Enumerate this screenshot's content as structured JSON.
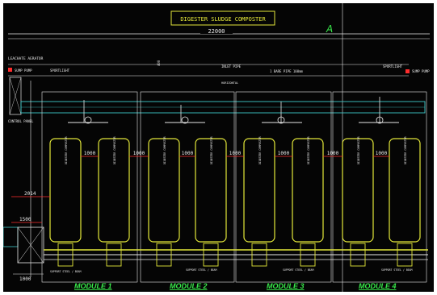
{
  "drawing": {
    "title": "DIGESTER SLUDGE COMPOSTER",
    "overall_dimension": "22000",
    "grid_marker": "A",
    "tags": {
      "left_tag": "LEACHATE AERATOR",
      "sump_left": "SUMP PUMP",
      "sportlight": "SPORTLIGHT",
      "inlet": "INLET PIPE",
      "pipe_note": "1 BARE PIPE 100mm",
      "sump_right": "SUMP PUMP",
      "rect_note": "HORIZONTAL",
      "control_panel": "CONTROL PANEL",
      "dim_400": "400"
    },
    "dimensions": {
      "spacing": "1000",
      "height": "2014",
      "side": "1500",
      "base": "1000"
    },
    "vessel_label": "DIGESTER COMPOSTER",
    "support_label": "SUPPORT STEEL / BEAM",
    "modules": [
      {
        "label": "MODULE 1"
      },
      {
        "label": "MODULE 2"
      },
      {
        "label": "MODULE 3"
      },
      {
        "label": "MODULE 4"
      }
    ],
    "colors": {
      "background": "#050505",
      "vessel": "#e4e83a",
      "pipe": "#3fc9c9",
      "dimension": "#ff2d2d",
      "module_label": "#38e84a",
      "line": "#e8e8e8"
    }
  }
}
